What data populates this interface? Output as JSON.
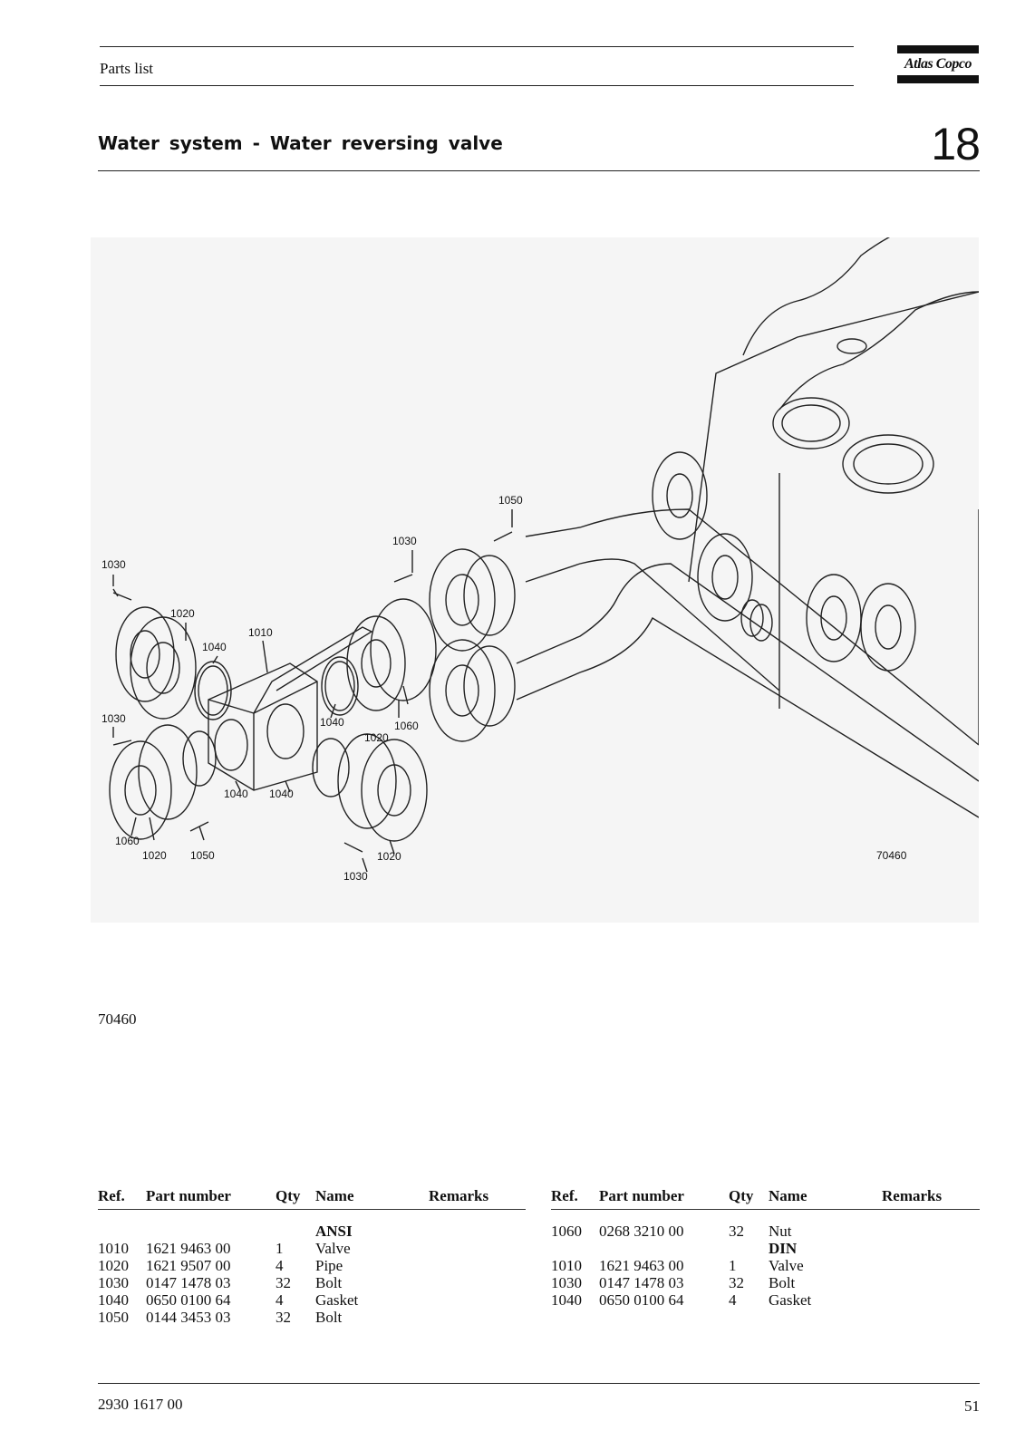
{
  "header": {
    "label": "Parts list",
    "logo_text": "Atlas Copco"
  },
  "section": {
    "title": "Water system - Water reversing valve",
    "chapter": "18"
  },
  "drawing": {
    "callouts": [
      "1050",
      "1030",
      "1030",
      "1020",
      "1040",
      "1010",
      "1040",
      "1060",
      "1020",
      "1030",
      "1040",
      "1040",
      "1060",
      "1020",
      "1050",
      "1030",
      "1020"
    ],
    "drawing_no": "70460"
  },
  "figure_ref": "70460",
  "table": {
    "headers": {
      "ref": "Ref.",
      "part": "Part number",
      "qty": "Qty",
      "name": "Name",
      "remarks": "Remarks"
    },
    "left": {
      "group": "ANSI",
      "rows": [
        {
          "ref": "1010",
          "part": "1621 9463 00",
          "qty": "1",
          "name": "Valve",
          "remarks": ""
        },
        {
          "ref": "1020",
          "part": "1621 9507 00",
          "qty": "4",
          "name": "Pipe",
          "remarks": ""
        },
        {
          "ref": "1030",
          "part": "0147 1478 03",
          "qty": "32",
          "name": "Bolt",
          "remarks": ""
        },
        {
          "ref": "1040",
          "part": "0650 0100 64",
          "qty": "4",
          "name": "Gasket",
          "remarks": ""
        },
        {
          "ref": "1050",
          "part": "0144 3453 03",
          "qty": "32",
          "name": "Bolt",
          "remarks": ""
        }
      ]
    },
    "right": {
      "first_row": {
        "ref": "1060",
        "part": "0268 3210 00",
        "qty": "32",
        "name": "Nut",
        "remarks": ""
      },
      "group": "DIN",
      "rows": [
        {
          "ref": "1010",
          "part": "1621 9463 00",
          "qty": "1",
          "name": "Valve",
          "remarks": ""
        },
        {
          "ref": "1030",
          "part": "0147 1478 03",
          "qty": "32",
          "name": "Bolt",
          "remarks": ""
        },
        {
          "ref": "1040",
          "part": "0650 0100 64",
          "qty": "4",
          "name": "Gasket",
          "remarks": ""
        }
      ]
    }
  },
  "footer": {
    "doc_number": "2930 1617 00",
    "page": "51"
  }
}
